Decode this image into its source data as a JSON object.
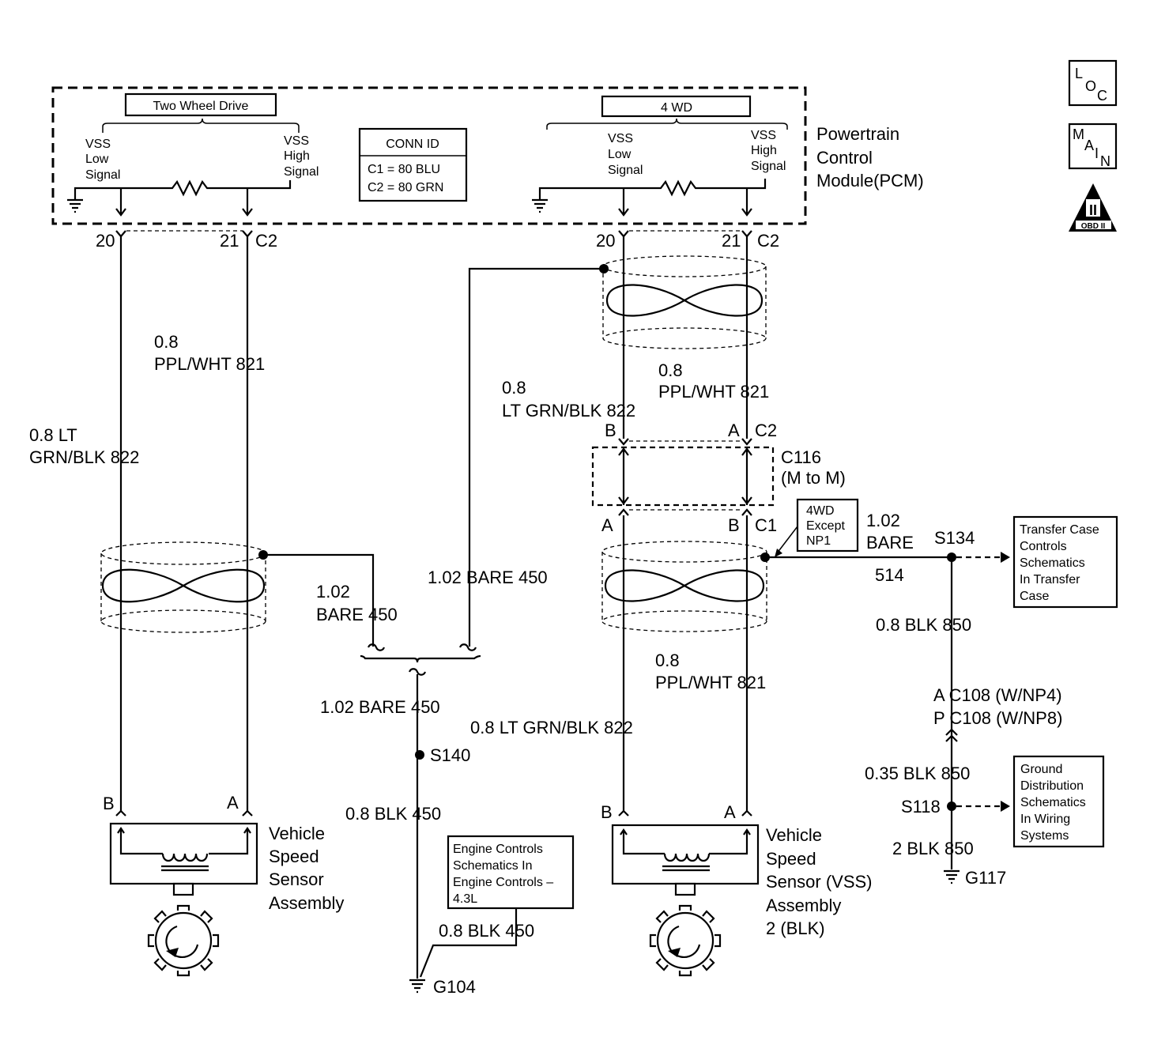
{
  "pcm": {
    "title_lines": [
      "Powertrain",
      "Control",
      "Module(PCM)"
    ],
    "two_wd_label": "Two Wheel Drive",
    "four_wd_label": "4 WD",
    "vss_low_lines": [
      "VSS",
      "Low",
      "Signal"
    ],
    "vss_high_lines": [
      "VSS",
      "High",
      "Signal"
    ],
    "conn_id": {
      "title": "CONN ID",
      "c1": "C1  =  80 BLU",
      "c2": "C2  =  80 GRN"
    }
  },
  "icons": {
    "loc": [
      "L",
      "O",
      "C"
    ],
    "main": [
      "M",
      "A",
      "I",
      "N"
    ],
    "obd": {
      "numeral": "II",
      "label": "OBD II"
    }
  },
  "left_circuit": {
    "pin_20": "20",
    "pin_21": "21",
    "conn": "C2",
    "wire_821": [
      "0.8",
      "PPL/WHT  821"
    ],
    "wire_822": [
      "0.8 LT",
      "GRN/BLK  822"
    ],
    "drain": [
      "1.02",
      "BARE  450"
    ],
    "pin_b": "B",
    "pin_a": "A",
    "sensor_lines": [
      "Vehicle",
      "Speed",
      "Sensor",
      "Assembly"
    ]
  },
  "right_circuit": {
    "pin_20": "20",
    "pin_21": "21",
    "conn": "C2",
    "drain": "1.02 BARE  450",
    "wire_822_top": [
      "0.8",
      "LT GRN/BLK  822"
    ],
    "wire_821_top": [
      "0.8",
      "PPL/WHT  821"
    ],
    "c116_top": {
      "b": "B",
      "a": "A",
      "conn": "C2"
    },
    "c116_label": [
      "C116",
      "(M to M)"
    ],
    "c116_bottom": {
      "a": "A",
      "b": "B",
      "conn": "C1"
    },
    "note_box": [
      "4WD",
      "Except",
      "NP1"
    ],
    "bare_514": [
      "1.02",
      "BARE",
      "514"
    ],
    "wire_821_bottom": [
      "0.8",
      "PPL/WHT  821"
    ],
    "wire_822_bottom": "0.8 LT GRN/BLK  822",
    "pin_b": "B",
    "pin_a": "A",
    "sensor_lines": [
      "Vehicle",
      "Speed",
      "Sensor (VSS)",
      "Assembly",
      "2 (BLK)"
    ]
  },
  "ground_450": {
    "wire_main": "1.02 BARE  450",
    "splice": "S140",
    "wire_blk": "0.8 BLK  450",
    "ref_box": [
      "Engine Controls",
      "Schematics In",
      "Engine Controls –",
      "4.3L"
    ],
    "wire_blk2": "0.8 BLK  450",
    "ground": "G104"
  },
  "ground_850": {
    "splice_top": "S134",
    "transfer_box": [
      "Transfer Case",
      "Controls",
      "Schematics",
      "In Transfer",
      "Case"
    ],
    "wire_blk": "0.8 BLK  850",
    "c108_np4": "A  C108 (W/NP4)",
    "c108_np8": "P  C108 (W/NP8)",
    "wire_035": "0.35 BLK  850",
    "splice_bottom": "S118",
    "gd_box": [
      "Ground",
      "Distribution",
      "Schematics",
      "In Wiring",
      "Systems"
    ],
    "wire_2blk": "2 BLK  850",
    "ground": "G117"
  }
}
